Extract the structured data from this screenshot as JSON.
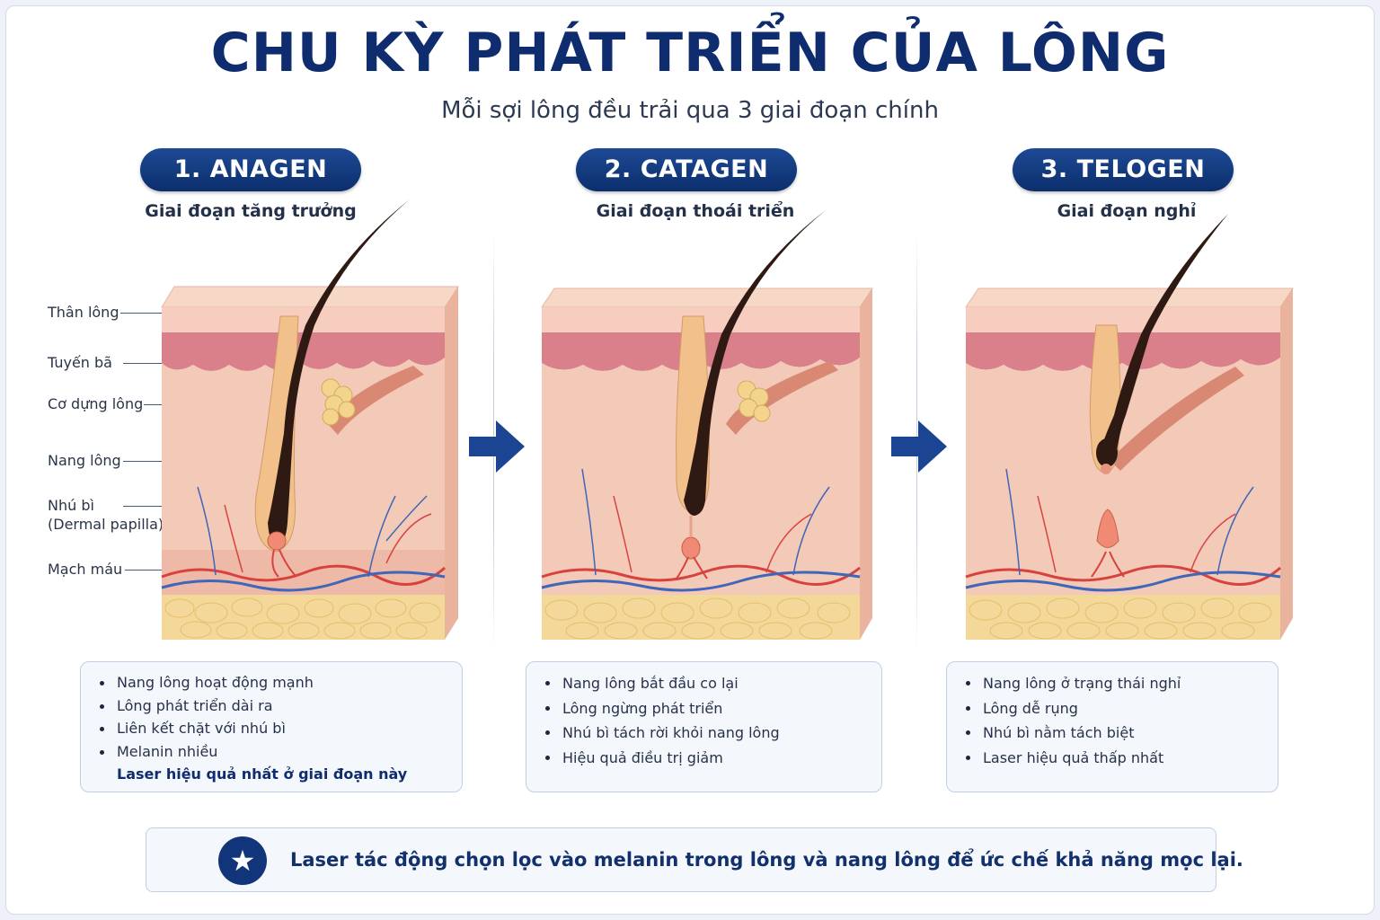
{
  "title": "CHU KỲ PHÁT TRIỂN CỦA LÔNG",
  "subtitle": "Mỗi sợi lông đều trải qua 3 giai đoạn chính",
  "stages": [
    {
      "label": "1. ANAGEN",
      "subtitle": "Giai đoạn tăng trưởng",
      "bullets": [
        "Nang lông hoạt động mạnh",
        "Lông phát triển dài ra",
        "Liên kết chặt với nhú bì",
        "Melanin nhiều"
      ],
      "highlight": "Laser hiệu quả nhất ở giai đoạn này"
    },
    {
      "label": "2. CATAGEN",
      "subtitle": "Giai đoạn thoái triển",
      "bullets": [
        "Nang lông bắt đầu co lại",
        "Lông ngừng phát triển",
        "Nhú bì tách rời khỏi nang lông",
        "Hiệu quả điều trị giảm"
      ]
    },
    {
      "label": "3. TELOGEN",
      "subtitle": "Giai đoạn nghỉ",
      "bullets": [
        "Nang lông ở trạng thái nghỉ",
        "Lông dễ rụng",
        "Nhú bì nằm tách biệt",
        "Laser hiệu quả thấp nhất"
      ]
    }
  ],
  "anatomy_labels": {
    "shaft": "Thân lông",
    "sebaceous": "Tuyến bã",
    "arrector": "Cơ dựng lông",
    "follicle": "Nang lông",
    "papilla": "Nhú bì",
    "papilla_en": "(Dermal papilla)",
    "vessels": "Mạch máu"
  },
  "footer_note": "Laser tác động chọn lọc vào melanin trong lông và nang lông để ức chế khả năng mọc lại.",
  "icons": {
    "next": "right-arrow-icon",
    "note": "star-icon"
  },
  "colors": {
    "brand": "#0f2d6e",
    "hair": "#2e1a12",
    "skin": "#f3c9b8",
    "epidermis": "#d9808a",
    "fat": "#f4d89a",
    "artery": "#d8423e",
    "vein": "#3f66b8"
  }
}
